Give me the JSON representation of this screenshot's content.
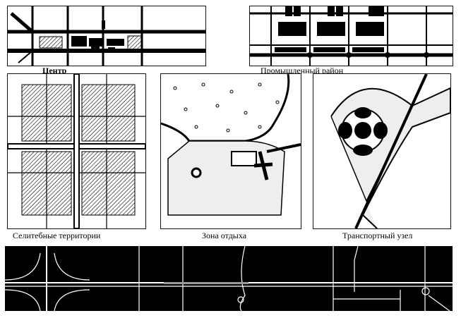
{
  "labels": {
    "center": "Центр",
    "industrial": "Промышленный район",
    "residential": "Селитебные территории",
    "recreation": "Зона отдыха",
    "transport": "Транспортный узел"
  },
  "colors": {
    "ink": "#000000",
    "paper": "#ffffff"
  }
}
